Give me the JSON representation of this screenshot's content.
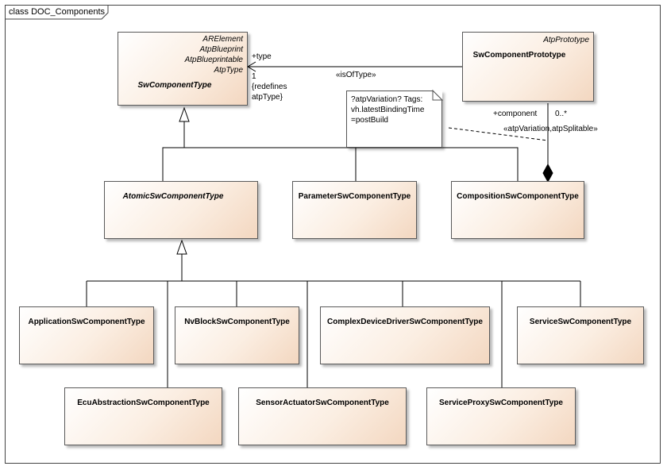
{
  "frame": {
    "label": "class DOC_Components"
  },
  "classes": {
    "sw_component_type": {
      "stereotypes": [
        "ARElement",
        "AtpBlueprint",
        "AtpBlueprintable",
        "AtpType"
      ],
      "name": "SwComponentType"
    },
    "sw_component_prototype": {
      "stereotype": "AtpPrototype",
      "name": "SwComponentPrototype"
    },
    "atomic": {
      "name": "AtomicSwComponentType"
    },
    "parameter": {
      "name": "ParameterSwComponentType"
    },
    "composition": {
      "name": "CompositionSwComponentType"
    },
    "application": {
      "name": "ApplicationSwComponentType"
    },
    "nvblock": {
      "name": "NvBlockSwComponentType"
    },
    "complex_driver": {
      "name": "ComplexDeviceDriverSwComponentType"
    },
    "service": {
      "name": "ServiceSwComponentType"
    },
    "ecu_abstraction": {
      "name": "EcuAbstractionSwComponentType"
    },
    "sensor_actuator": {
      "name": "SensorActuatorSwComponentType"
    },
    "service_proxy": {
      "name": "ServiceProxySwComponentType"
    }
  },
  "note": {
    "lines": [
      "?atpVariation? Tags:",
      "vh.latestBindingTime",
      "=postBuild"
    ]
  },
  "labels": {
    "type_role": "+type",
    "type_multiplicity": "1",
    "redefines_1": "{redefines",
    "redefines_2": "atpType}",
    "is_of_type": "«isOfType»",
    "component_role": "+component",
    "component_multiplicity": "0..*",
    "atp_variation": "«atpVariation,atpSplitable»"
  },
  "colors": {
    "class_fill_start": "#ffffff",
    "class_fill_end": "#f3d7c0",
    "line": "#000000",
    "border": "#5a5a5a"
  }
}
